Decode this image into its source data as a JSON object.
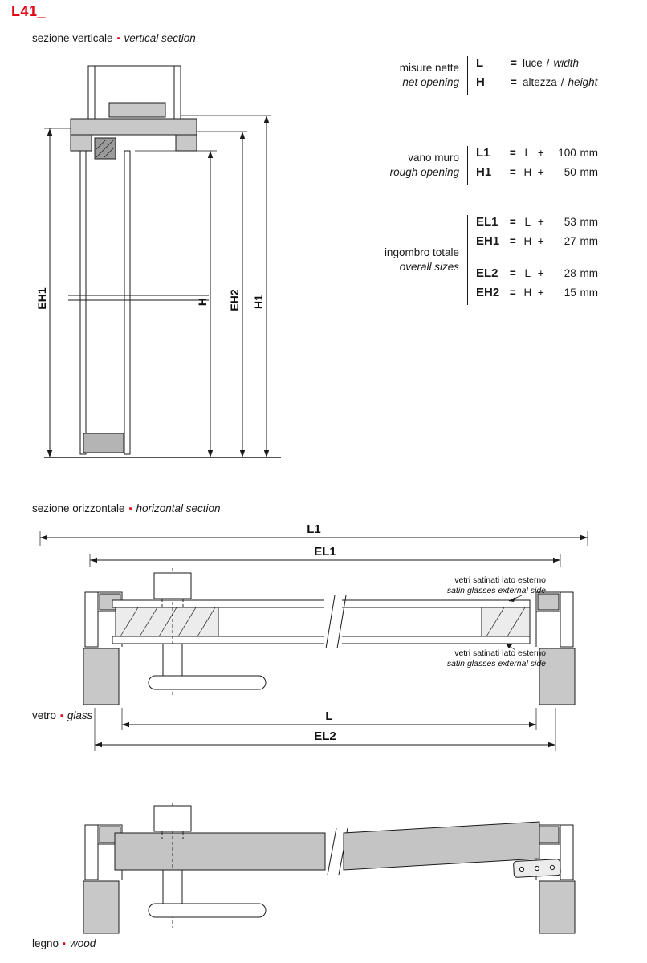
{
  "title": "L41_",
  "bullet": "▪",
  "colors": {
    "accent": "#e30613",
    "drawing_gray": "#c8c8c8"
  },
  "sections": {
    "vertical": {
      "it": "sezione verticale",
      "en": "vertical section"
    },
    "horizontal": {
      "it": "sezione orizzontale",
      "en": "horizontal section"
    }
  },
  "materials": {
    "glass": {
      "it": "vetro",
      "en": "glass"
    },
    "wood": {
      "it": "legno",
      "en": "wood"
    }
  },
  "table": {
    "signs": {
      "eq": "=",
      "plus": "+",
      "slash": "/"
    },
    "net": {
      "label_it": "misure nette",
      "label_en": "net opening",
      "rows": [
        {
          "var": "L",
          "it": "luce",
          "en": "width"
        },
        {
          "var": "H",
          "it": "altezza",
          "en": "height"
        }
      ]
    },
    "rough": {
      "label_it": "vano muro",
      "label_en": "rough opening",
      "rows": [
        {
          "var": "L1",
          "base": "L",
          "amount": "100",
          "unit": "mm"
        },
        {
          "var": "H1",
          "base": "H",
          "amount": "50",
          "unit": "mm"
        }
      ]
    },
    "overall": {
      "label_it": "ingombro totale",
      "label_en": "overall sizes",
      "rows_a": [
        {
          "var": "EL1",
          "base": "L",
          "amount": "53",
          "unit": "mm"
        },
        {
          "var": "EH1",
          "base": "H",
          "amount": "27",
          "unit": "mm"
        }
      ],
      "rows_b": [
        {
          "var": "EL2",
          "base": "L",
          "amount": "28",
          "unit": "mm"
        },
        {
          "var": "EH2",
          "base": "H",
          "amount": "15",
          "unit": "mm"
        }
      ]
    }
  },
  "dims": {
    "EH1": "EH1",
    "H": "H",
    "EH2": "EH2",
    "H1": "H1",
    "L1": "L1",
    "EL1": "EL1",
    "L": "L",
    "EL2": "EL2"
  },
  "notes": {
    "glass_note_it": "vetri satinati lato esterno",
    "glass_note_en": "satin glasses external side"
  }
}
